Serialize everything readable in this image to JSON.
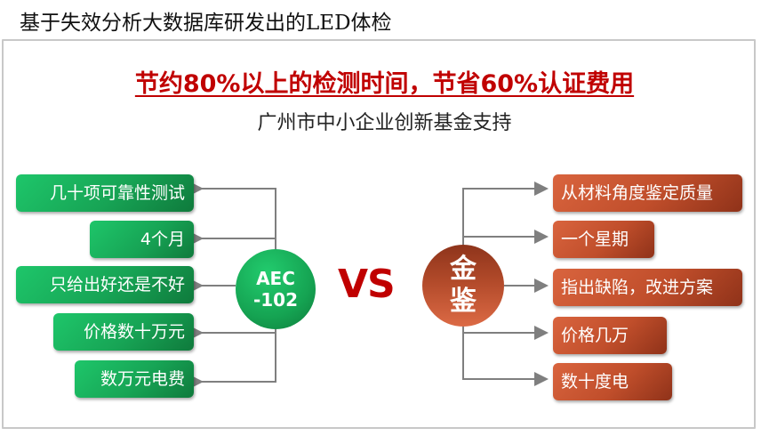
{
  "page_title": "基于失效分析大数据库研发出的LED体检",
  "headline": "节约80%以上的检测时间，节省60%认证费用",
  "subline": "广州市中小企业创新基金支持",
  "vs_label": "VS",
  "left": {
    "center_label_line1": "AEC",
    "center_label_line2": "-102",
    "color": "#17a455",
    "items": [
      {
        "label": "几十项可靠性测试"
      },
      {
        "label": "4个月"
      },
      {
        "label": "只给出好还是不好"
      },
      {
        "label": "价格数十万元"
      },
      {
        "label": "数万元电费"
      }
    ]
  },
  "right": {
    "center_label_line1": "金",
    "center_label_line2": "鉴",
    "color": "#c04e2b",
    "items": [
      {
        "label": "从材料角度鉴定质量"
      },
      {
        "label": "一个星期"
      },
      {
        "label": "指出缺陷，改进方案"
      },
      {
        "label": "价格几万"
      },
      {
        "label": "数十度电"
      }
    ]
  },
  "colors": {
    "headline": "#c00000",
    "frame": "#c8c8c8",
    "connector": "#7f7f7f"
  }
}
